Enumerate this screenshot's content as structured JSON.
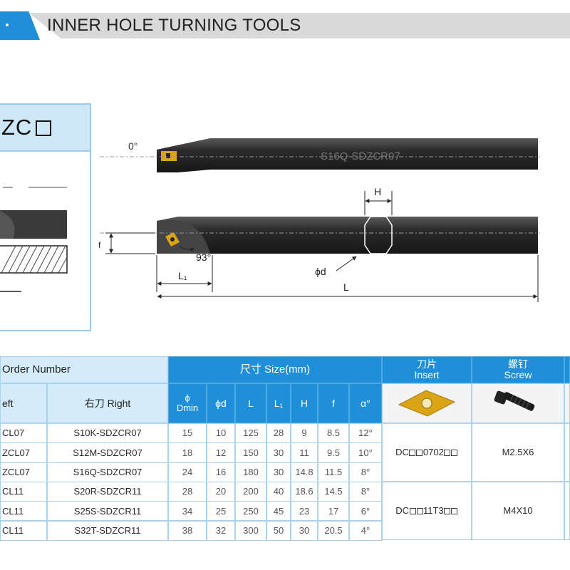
{
  "banner": {
    "title": "INNER HOLE TURNING TOOLS"
  },
  "model": {
    "code": "ZC"
  },
  "drawing": {
    "tool_text": "S16Q-SDZCR07",
    "angle_top": "0°",
    "angle_side": "93°",
    "dim_h": "H",
    "dim_f": "f",
    "dim_l1": "L₁",
    "dim_d": "ϕd",
    "dim_l": "L"
  },
  "table": {
    "order_number": "Order Number",
    "left_label": "eft",
    "right_label": "右刀 Right",
    "size_header": "尺寸 Size(mm)",
    "insert_header_cn": "刀片",
    "insert_header_en": "Insert",
    "screw_header_cn": "螺钉",
    "screw_header_en": "Screw",
    "dims": {
      "dmin_sym": "ϕ",
      "dmin": "Dmin",
      "d": "ϕd",
      "L": "L",
      "L1": "L₁",
      "H": "H",
      "f": "f",
      "a": "α°"
    },
    "rows": [
      {
        "left": "CL07",
        "right": "S10K-SDZCR07",
        "dmin": "15",
        "d": "10",
        "L": "125",
        "L1": "28",
        "H": "9",
        "f": "8.5",
        "a": "12°"
      },
      {
        "left": "ZCL07",
        "right": "S12M-SDZCR07",
        "dmin": "18",
        "d": "12",
        "L": "150",
        "L1": "30",
        "H": "11",
        "f": "9.5",
        "a": "10°"
      },
      {
        "left": "ZCL07",
        "right": "S16Q-SDZCR07",
        "dmin": "24",
        "d": "16",
        "L": "180",
        "L1": "30",
        "H": "14.8",
        "f": "11.5",
        "a": "8°"
      },
      {
        "left": "CL11",
        "right": "S20R-SDZCR11",
        "dmin": "28",
        "d": "20",
        "L": "200",
        "L1": "40",
        "H": "18.6",
        "f": "14.5",
        "a": "8°"
      },
      {
        "left": "CL11",
        "right": "S25S-SDZCR11",
        "dmin": "34",
        "d": "25",
        "L": "250",
        "L1": "45",
        "H": "23",
        "f": "17",
        "a": "6°"
      },
      {
        "left": "CL11",
        "right": "S32T-SDZCR11",
        "dmin": "38",
        "d": "32",
        "L": "300",
        "L1": "50",
        "H": "30",
        "f": "20.5",
        "a": "4°"
      }
    ],
    "groups": [
      {
        "insert_pre": "DC",
        "insert_mid": "0702",
        "screw": "M2.5X6"
      },
      {
        "insert_pre": "DC",
        "insert_mid": "11T3",
        "screw": "M4X10"
      }
    ]
  },
  "colors": {
    "accent": "#1e8fd8",
    "header_light": "#d4ecfa",
    "border": "#a8d3ee",
    "insert_gold": "#d9a416"
  }
}
